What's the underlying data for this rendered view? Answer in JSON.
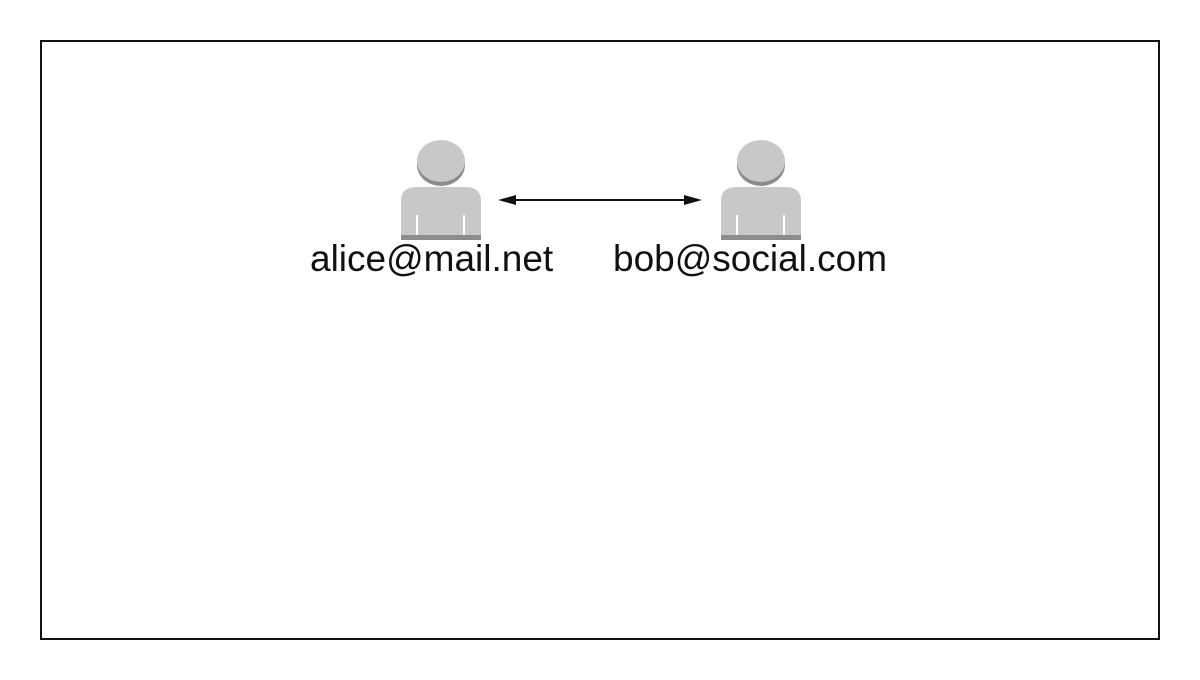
{
  "diagram": {
    "nodes": [
      {
        "id": "alice",
        "label": "alice@mail.net",
        "icon": "user-icon"
      },
      {
        "id": "bob",
        "label": "bob@social.com",
        "icon": "user-icon"
      }
    ],
    "edges": [
      {
        "from": "alice",
        "to": "bob",
        "direction": "bidirectional"
      }
    ],
    "colors": {
      "icon_fill": "#c8c8c9",
      "icon_shade": "#8c8c8e",
      "line": "#111111",
      "border": "#111111",
      "background": "#ffffff"
    }
  }
}
